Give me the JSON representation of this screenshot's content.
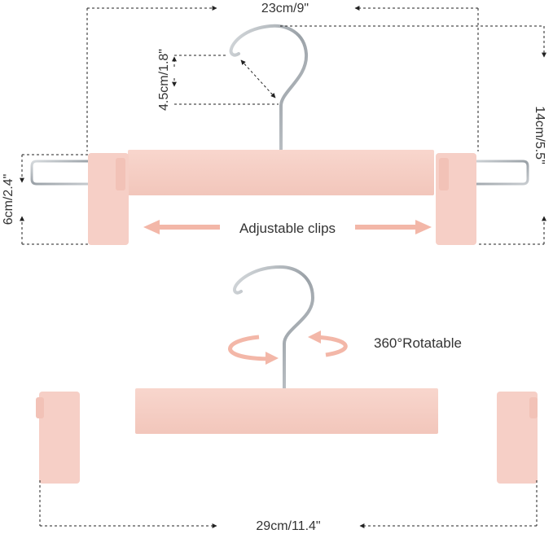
{
  "labels": {
    "width_top": "23cm/9\"",
    "hook_height": "4.5cm/1.8\"",
    "total_height": "14cm/5.5\"",
    "clip_height": "6cm/2.4\"",
    "adjustable": "Adjustable clips",
    "rotatable": "360°Rotatable",
    "width_bottom": "29cm/11.4\""
  },
  "colors": {
    "clip_pink": "#f6cfc6",
    "arrow_pink": "#f3b7a8",
    "metal": "#a9afb5",
    "dashed_line": "#222222",
    "text": "#333333"
  }
}
